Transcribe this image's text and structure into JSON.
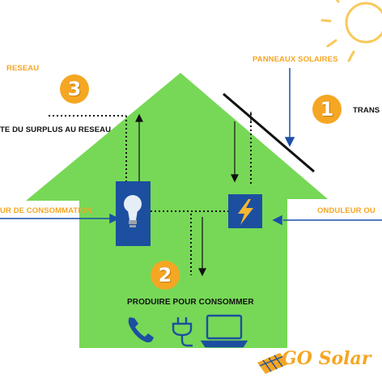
{
  "labels": {
    "reseau": "RESEAU",
    "panneaux": "PANNEAUX SOLAIRES",
    "trans": "TRANS",
    "surplus": "TE DU SURPLUS AU RESEAU",
    "consommation": "UR DE CONSOMMATION",
    "onduleur": "ONDULEUR OU",
    "produire": "PRODUIRE POUR CONSOMMER"
  },
  "badges": {
    "one": "1",
    "two": "2",
    "three": "3"
  },
  "brand": {
    "text": "GO Solar"
  },
  "icons": [
    "sun-icon",
    "solar-panel-icon",
    "lightbulb-icon",
    "lightning-bolt-icon",
    "phone-icon",
    "plug-icon",
    "laptop-icon",
    "solar-panel-logo-icon"
  ],
  "colors": {
    "house": "#77d857",
    "orange": "#f5a623",
    "blue": "#1c4f9f",
    "arrow_blue": "#1c4fa8",
    "black": "#111111"
  }
}
